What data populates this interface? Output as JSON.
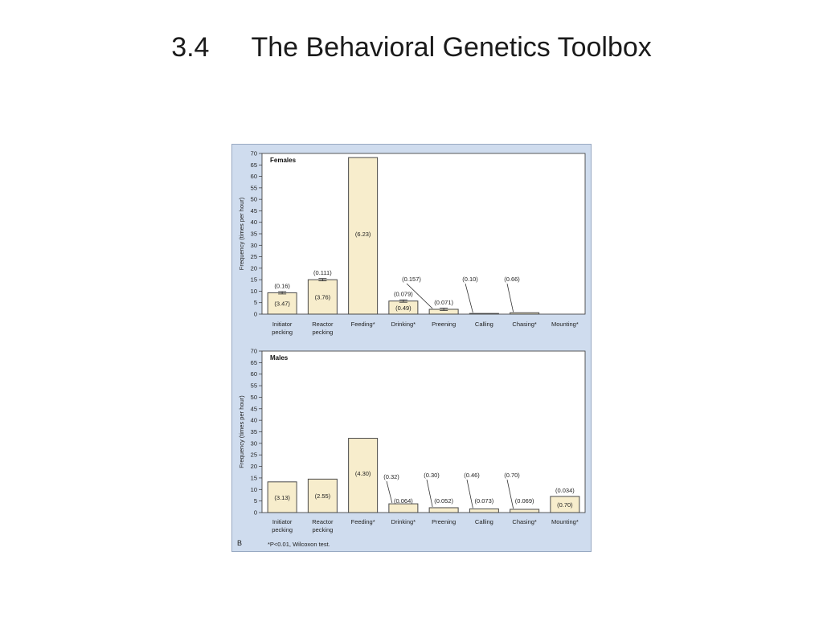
{
  "slide": {
    "number": "3.4",
    "title": "The Behavioral Genetics Toolbox"
  },
  "figure": {
    "panel_letter": "B",
    "footnote": "*P<0.01, Wilcoxon test."
  },
  "colors": {
    "panel_bg": "#cfdcee",
    "plot_bg": "#ffffff",
    "bar_fill": "#f7edcc",
    "bar_stroke": "#4a4a4a",
    "border": "#98a9c2"
  },
  "chart_data": [
    {
      "type": "bar",
      "panel_label": "Females",
      "ylabel": "Frequency (times per hour)",
      "ylim": [
        0,
        70
      ],
      "yticks": [
        "0",
        "5",
        "10",
        "15",
        "20",
        "25",
        "30",
        "35",
        "40",
        "45",
        "50",
        "55",
        "60",
        "65",
        "70"
      ],
      "categories": [
        "Initiator pecking",
        "Reactor pecking",
        "Feeding*",
        "Drinking*",
        "Preening",
        "Calling",
        "Chasing*",
        "Mounting*"
      ],
      "values": [
        9.3,
        15.0,
        68.2,
        5.7,
        2.1,
        0.3,
        0.6,
        0
      ],
      "error_labels": [
        "(0.16)",
        "(0.111)",
        "",
        "(0.079)",
        "(0.071)",
        "",
        "",
        ""
      ],
      "bar_labels": [
        "(3.47)",
        "(3.76)",
        "(6.23)",
        "(0.49)",
        "",
        "",
        "",
        ""
      ],
      "callouts": [
        "(0.157)",
        "(0.10)",
        "(0.66)"
      ]
    },
    {
      "type": "bar",
      "panel_label": "Males",
      "ylabel": "Frequency (times per hour)",
      "ylim": [
        0,
        70
      ],
      "yticks": [
        "0",
        "5",
        "10",
        "15",
        "20",
        "25",
        "30",
        "35",
        "40",
        "45",
        "50",
        "55",
        "60",
        "65",
        "70"
      ],
      "categories": [
        "Initiator pecking",
        "Reactor pecking",
        "Feeding*",
        "Drinking*",
        "Preening",
        "Calling",
        "Chasing*",
        "Mounting*"
      ],
      "values": [
        13.3,
        14.5,
        32.2,
        3.8,
        2.1,
        1.6,
        1.4,
        7.0
      ],
      "bar_labels": [
        "(3.13)",
        "(2.55)",
        "(4.30)",
        "(0.064)",
        "(0.052)",
        "(0.073)",
        "(0.069)",
        "(0.70)"
      ],
      "callouts": [
        "(0.32)",
        "(0.30)",
        "(0.46)",
        "(0.70)"
      ],
      "top_labels": [
        "(0.034)"
      ]
    }
  ]
}
